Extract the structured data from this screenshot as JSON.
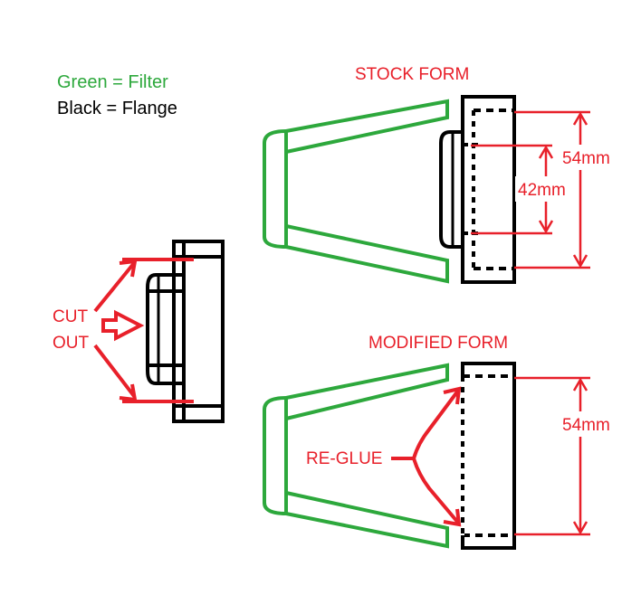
{
  "legend": {
    "filter": "Green = Filter",
    "flange": "Black = Flange"
  },
  "left": {
    "cut": "CUT",
    "out": "OUT"
  },
  "stock": {
    "title": "STOCK FORM",
    "dim_outer": "54mm",
    "dim_inner": "42mm"
  },
  "modified": {
    "title": "MODIFIED FORM",
    "dim_outer": "54mm",
    "reglue": "RE-GLUE"
  },
  "colors": {
    "filter": "#2da83c",
    "flange": "#000000",
    "annotation": "#e8202a"
  }
}
